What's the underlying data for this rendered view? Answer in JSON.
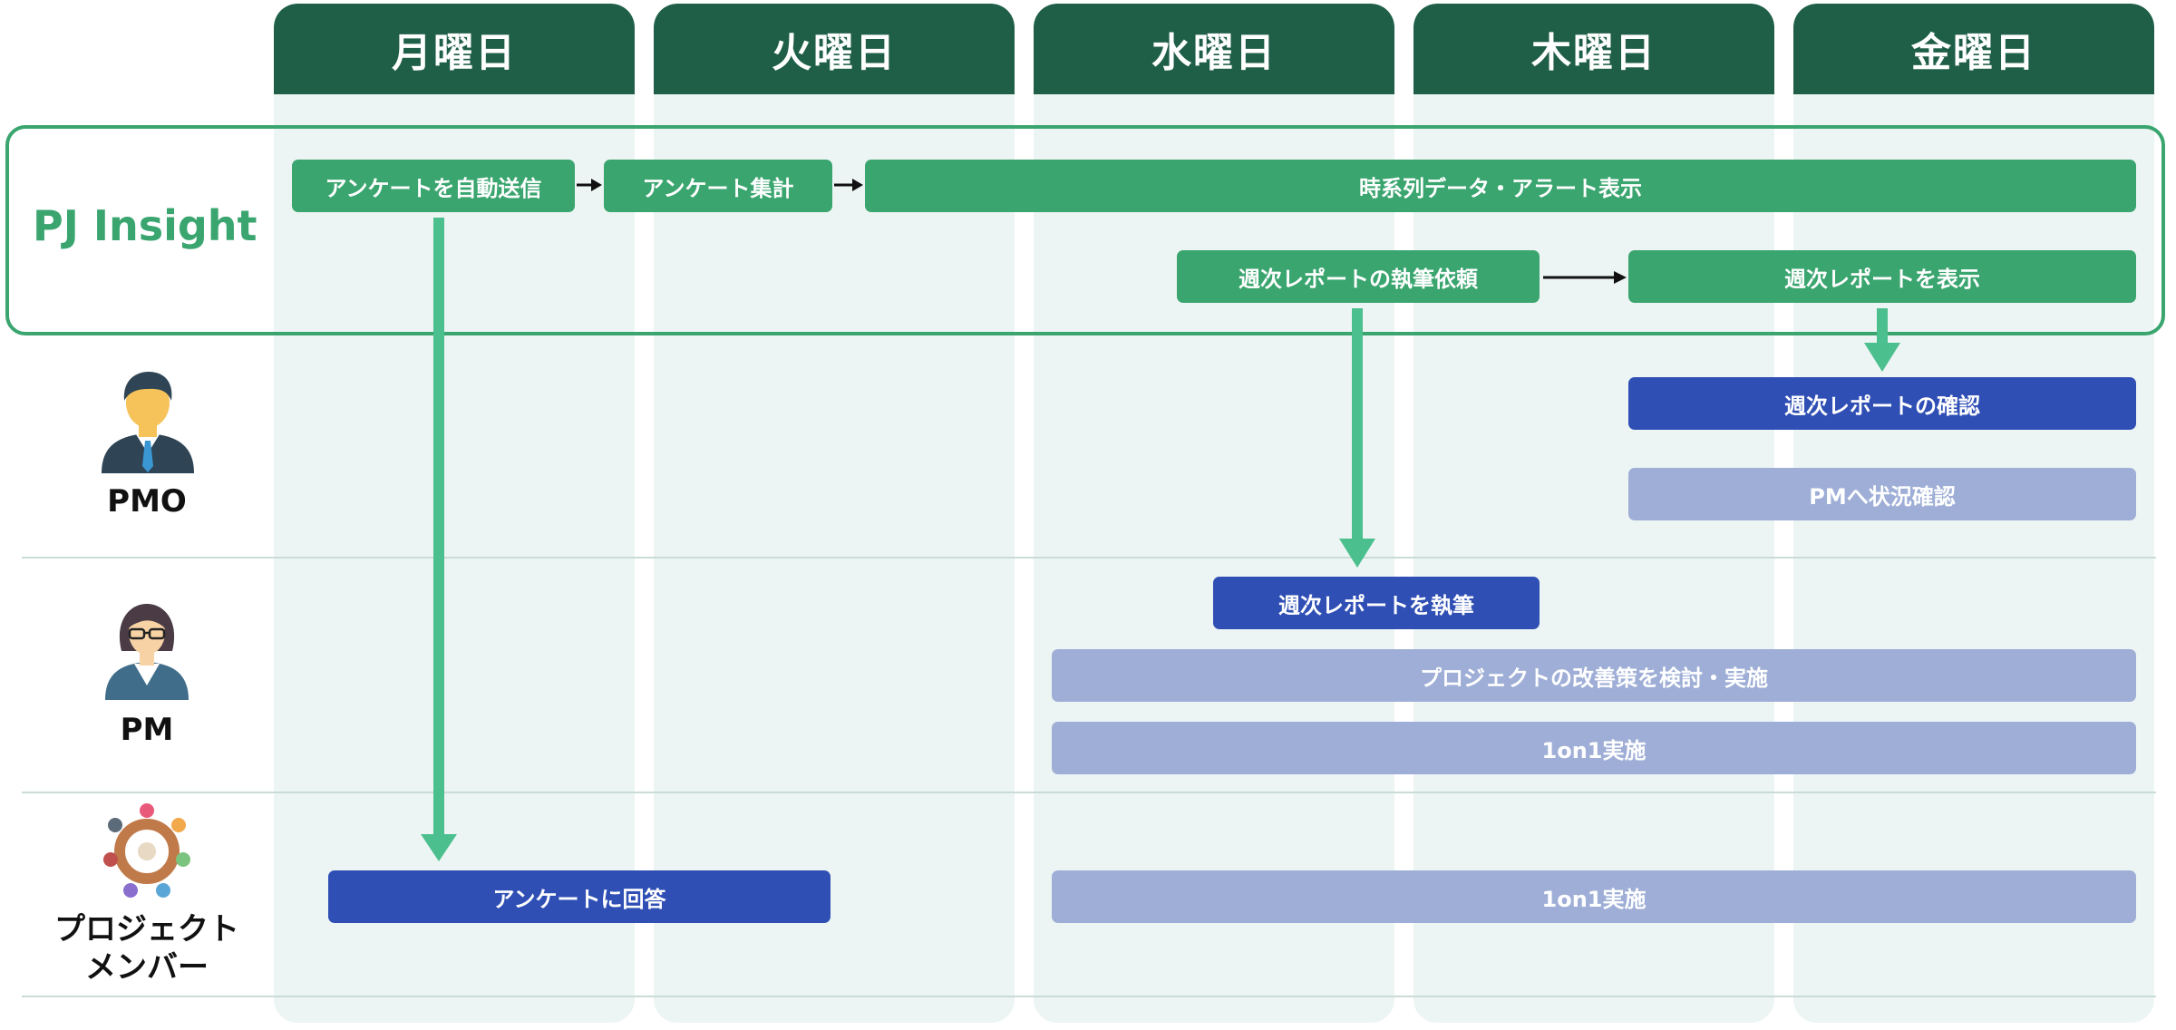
{
  "days": [
    "月曜日",
    "火曜日",
    "水曜日",
    "木曜日",
    "金曜日"
  ],
  "system": {
    "title": "PJ Insight"
  },
  "roles": [
    {
      "label": "PMO",
      "avatar_icon": "businessman-avatar-icon"
    },
    {
      "label": "PM",
      "avatar_icon": "businesswoman-with-glasses-avatar-icon"
    },
    {
      "label": "プロジェクト\nメンバー",
      "avatar_icon": "team-circle-people-icon"
    }
  ],
  "tasks": {
    "survey_send": "アンケートを自動送信",
    "survey_aggregate": "アンケート集計",
    "timeseries_alert": "時系列データ・アラート表示",
    "report_request": "週次レポートの執筆依頼",
    "report_display": "週次レポートを表示",
    "pmo_report_check": "週次レポートの確認",
    "pmo_status_check": "PMへ状況確認",
    "pm_write_report": "週次レポートを執筆",
    "pm_improve": "プロジェクトの改善策を検討・実施",
    "pm_1on1": "1on1実施",
    "member_answer": "アンケートに回答",
    "member_1on1": "1on1実施"
  },
  "colors": {
    "header": "#1f5e47",
    "column_bg": "#ecf5f3",
    "system_green": "#3aa56f",
    "flow_arrow": "#4cbf8e",
    "primary_task": "#2f4fb5",
    "secondary_task": "#9eaed6"
  }
}
